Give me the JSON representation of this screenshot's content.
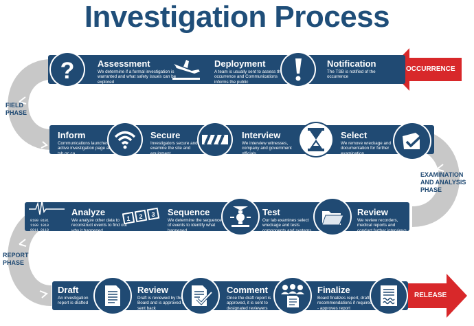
{
  "title": "Investigation Process",
  "endpoints": {
    "start": "OCCURRENCE",
    "end": "RELEASE"
  },
  "phases": {
    "field": "FIELD\nPHASE",
    "examination": "EXAMINATION\nAND ANALYSIS\nPHASE",
    "report": "REPORT\nPHASE"
  },
  "rows": [
    [
      {
        "title": "Assessment",
        "desc": "We determine if a formal investigation is warranted and what safety issues can be explored",
        "icon": "question-mark-icon"
      },
      {
        "title": "Deployment",
        "desc": "A team is usually sent to assess the occurrence and Communications informs the public",
        "icon": "airplane-landing-icon"
      },
      {
        "title": "Notification",
        "desc": "The TSB is notified of the occurrence",
        "icon": "exclamation-icon"
      }
    ],
    [
      {
        "title": "Inform",
        "desc": "Communications launches active investigation page at tsb.gc.ca",
        "icon": "wifi-icon"
      },
      {
        "title": "Secure",
        "desc": "Investigators secure and examine the site and equipment",
        "icon": "barrier-icon"
      },
      {
        "title": "Interview",
        "desc": "We interview witnesses, company and government officials",
        "icon": "hourglass-icon"
      },
      {
        "title": "Select",
        "desc": "We remove wreckage and documentation for further examination",
        "icon": "box-check-icon"
      }
    ],
    [
      {
        "title": "Analyze",
        "desc": "We analyze other data to reconstruct events to find out why it happened",
        "icon": "waveform-icon"
      },
      {
        "title": "Sequence",
        "desc": "We determine the sequence of events to identify what happened",
        "icon": "sequence-blocks-icon"
      },
      {
        "title": "Test",
        "desc": "Our lab examines select wreckage and tests components and systems",
        "icon": "microscope-icon"
      },
      {
        "title": "Review",
        "desc": "We review recorders, medical reports and conduct further interviews",
        "icon": "folder-icon"
      }
    ],
    [
      {
        "title": "Draft",
        "desc": "An investigation report is drafted",
        "icon": "document-icon"
      },
      {
        "title": "Review",
        "desc": "Draft is reviewed by the Board and is approved or sent back",
        "icon": "document-check-icon"
      },
      {
        "title": "Comment",
        "desc": "Once the draft report is approved, it is sent to designated reviewers",
        "icon": "people-document-icon"
      },
      {
        "title": "Finalize",
        "desc": "Board finalizes report, drafts recommendations if required - approves report",
        "icon": "report-icon"
      }
    ]
  ],
  "colors": {
    "band": "#204a73",
    "track": "#c8c8c8",
    "accent": "#d8282a",
    "title": "#1f4e79"
  }
}
